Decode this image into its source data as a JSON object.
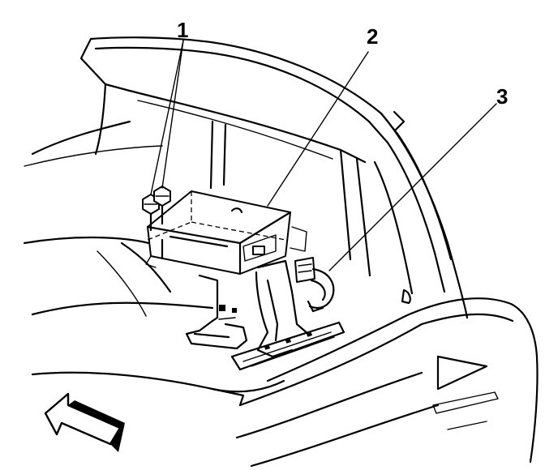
{
  "callouts": [
    {
      "id": "1",
      "label": "1"
    },
    {
      "id": "2",
      "label": "2"
    },
    {
      "id": "3",
      "label": "3"
    }
  ],
  "icons": {
    "direction_arrow": "front-direction-arrow-icon"
  },
  "colors": {
    "ink": "#000000",
    "paper": "#ffffff"
  }
}
